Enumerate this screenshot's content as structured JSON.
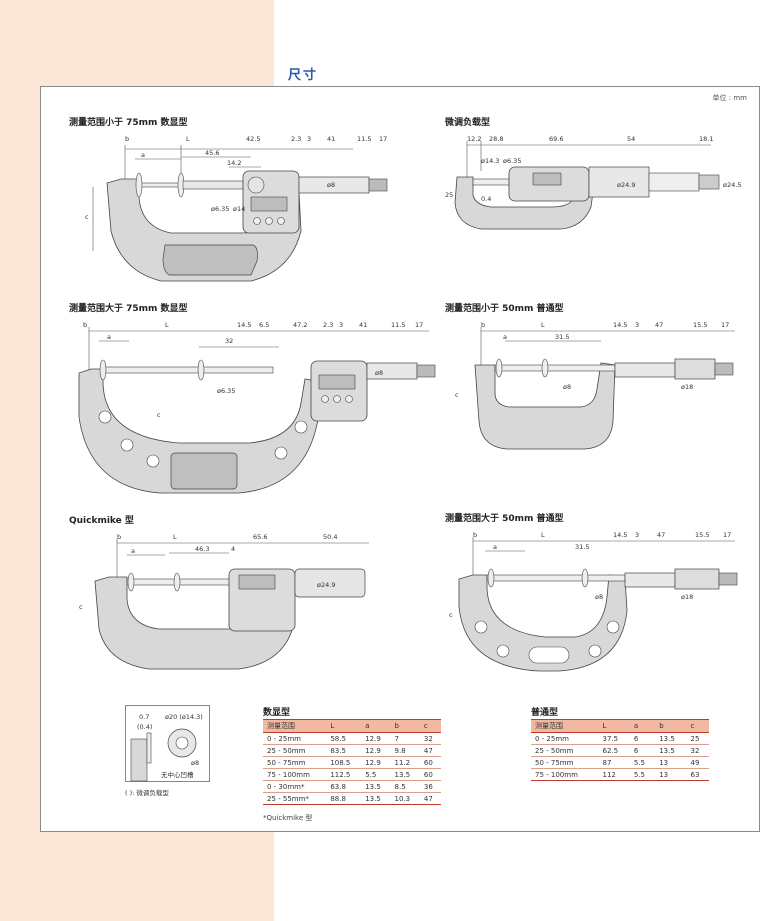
{
  "page": {
    "title": "尺寸",
    "unit": "单位 : mm"
  },
  "sections": {
    "d1": {
      "title": "测量范围小于 75mm 数显型",
      "labels": [
        "b",
        "a",
        "L",
        "42.5",
        "2.3",
        "3",
        "41",
        "11.5",
        "17",
        "45.6",
        "14.2",
        "ø8",
        "ø6.35",
        "ø14",
        "c"
      ]
    },
    "d2": {
      "title": "微调负载型",
      "labels": [
        "12.2",
        "28.8",
        "69.6",
        "54",
        "18.1",
        "ø14.3",
        "ø6.35",
        "ø24.9",
        "ø24.5",
        "25",
        "0.4"
      ]
    },
    "d3": {
      "title": "测量范围大于 75mm 数显型",
      "labels": [
        "b",
        "a",
        "L",
        "14.5",
        "6.5",
        "47.2",
        "2.3",
        "3",
        "41",
        "11.5",
        "17",
        "32",
        "ø8",
        "ø6.35",
        "c"
      ]
    },
    "d4": {
      "title": "测量范围小于 50mm 普通型",
      "labels": [
        "b",
        "a",
        "L",
        "14.5",
        "3",
        "47",
        "15.5",
        "17",
        "31.5",
        "ø8",
        "ø18",
        "c"
      ]
    },
    "d5": {
      "title": "Quickmike 型",
      "labels": [
        "b",
        "a",
        "L",
        "65.6",
        "50.4",
        "46.3",
        "4",
        "ø24.9",
        "c"
      ]
    },
    "d6": {
      "title": "测量范围大于 50mm 普通型",
      "labels": [
        "b",
        "a",
        "L",
        "14.5",
        "3",
        "47",
        "15.5",
        "17",
        "31.5",
        "ø8",
        "ø18",
        "c"
      ]
    }
  },
  "detail": {
    "labels": [
      "0.7",
      "(0.4)",
      "ø20 (ø14.3)",
      "ø8",
      "无中心凹槽",
      "( ): 微调负载型"
    ]
  },
  "digital_table": {
    "title": "数显型",
    "headers": [
      "测量范围",
      "L",
      "a",
      "b",
      "c"
    ],
    "rows": [
      [
        "0 - 25mm",
        "58.5",
        "12.9",
        "7",
        "32"
      ],
      [
        "25 - 50mm",
        "83.5",
        "12.9",
        "9.8",
        "47"
      ],
      [
        "50 - 75mm",
        "108.5",
        "12.9",
        "11.2",
        "60"
      ],
      [
        "75 - 100mm",
        "112.5",
        "5.5",
        "13.5",
        "60"
      ],
      [
        "0 - 30mm*",
        "63.8",
        "13.5",
        "8.5",
        "36"
      ],
      [
        "25 - 55mm*",
        "88.8",
        "13.5",
        "10.3",
        "47"
      ]
    ],
    "footnote": "*Quickmike 型"
  },
  "standard_table": {
    "title": "普通型",
    "headers": [
      "测量范围",
      "L",
      "a",
      "b",
      "c"
    ],
    "rows": [
      [
        "0 - 25mm",
        "37.5",
        "6",
        "13.5",
        "25"
      ],
      [
        "25 - 50mm",
        "62.5",
        "6",
        "13.5",
        "32"
      ],
      [
        "50 - 75mm",
        "87",
        "5.5",
        "13",
        "49"
      ],
      [
        "75 - 100mm",
        "112",
        "5.5",
        "13",
        "63"
      ]
    ]
  },
  "colors": {
    "title_blue": "#2a5aa8",
    "left_band": "#fbe6d8",
    "table_header": "#f2b9a2",
    "table_rule": "#c0392b"
  }
}
